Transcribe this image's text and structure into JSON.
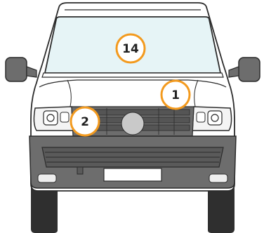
{
  "colors": {
    "accent": "#f39a1e",
    "body": "#ffffff",
    "outline": "#2b2b2b",
    "glass": "#e6f4f6",
    "bumper": "#6d6d6d",
    "tyre": "#2f2f2f"
  },
  "callouts": [
    {
      "id": "windscreen",
      "label": "14"
    },
    {
      "id": "bonnet",
      "label": "1"
    },
    {
      "id": "headlight",
      "label": "2"
    }
  ]
}
